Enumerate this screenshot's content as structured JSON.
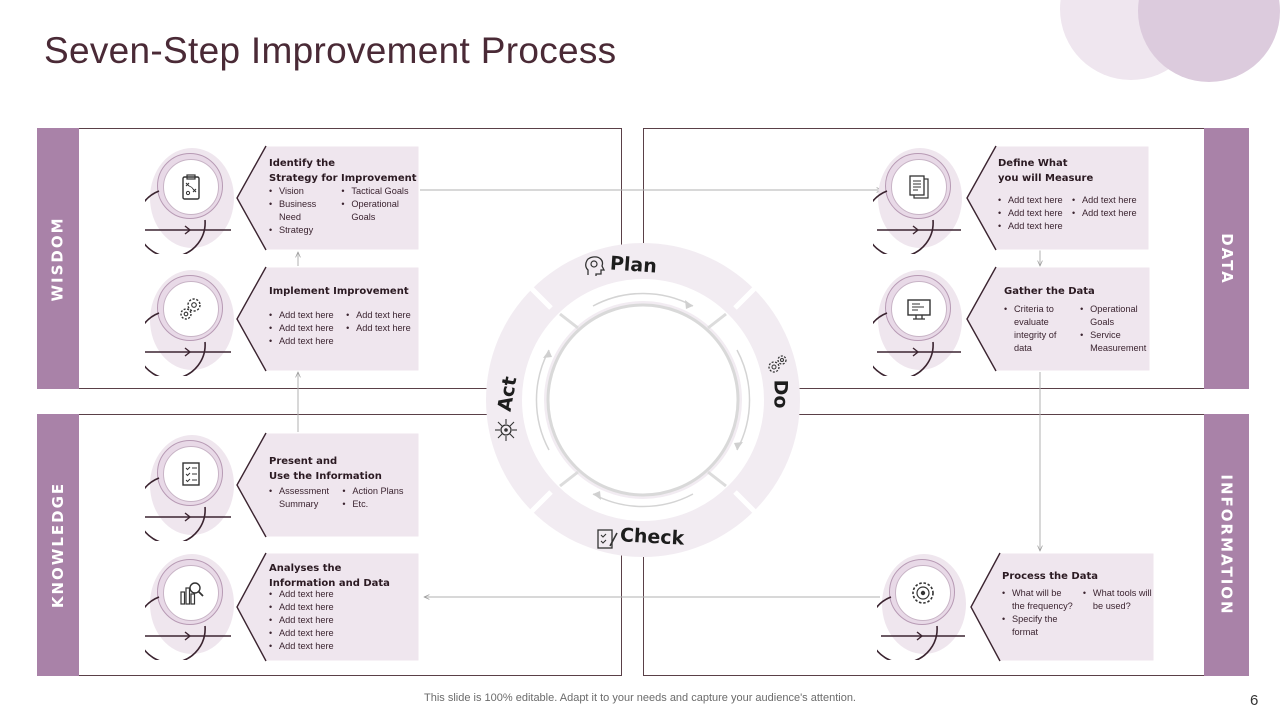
{
  "slide": {
    "title": "Seven-Step Improvement Process",
    "footer": "This slide is 100% editable. Adapt it to your needs and capture your audience's attention.",
    "page_number": "6"
  },
  "sections": {
    "wisdom": "WISDOM",
    "data": "DATA",
    "knowledge": "KNOWLEDGE",
    "information": "INFORMATION"
  },
  "wheel": {
    "plan": "Plan",
    "do": "Do",
    "check": "Check",
    "act": "Act"
  },
  "cards": {
    "identify": {
      "title_line1": "Identify the",
      "title_line2": "Strategy for Improvement",
      "col1": [
        "Vision",
        "Business Need",
        "Strategy"
      ],
      "col2": [
        "Tactical Goals",
        "Operational Goals"
      ]
    },
    "implement": {
      "title_line1": "Implement Improvement",
      "col1": [
        "Add text here",
        "Add text here",
        "Add text here"
      ],
      "col2": [
        "Add text here",
        "Add text here"
      ]
    },
    "present": {
      "title_line1": "Present and",
      "title_line2": "Use the Information",
      "col1": [
        "Assessment Summary"
      ],
      "col2": [
        "Action Plans",
        "Etc."
      ]
    },
    "analyses": {
      "title_line1": "Analyses the",
      "title_line2": "Information and Data",
      "col1": [
        "Add text here",
        "Add text here",
        "Add text here",
        "Add text here",
        "Add text here"
      ]
    },
    "define": {
      "title_line1": "Define What",
      "title_line2": "you will Measure",
      "col1": [
        "Add text here",
        "Add text here",
        "Add text here"
      ],
      "col2": [
        "Add text here",
        "Add text here"
      ]
    },
    "gather": {
      "title_line1": "Gather the Data",
      "col1": [
        "Criteria to evaluate integrity of data"
      ],
      "col2": [
        "Operational Goals",
        "Service Measurement"
      ]
    },
    "process": {
      "title_line1": "Process the Data",
      "col1": [
        "What will be the frequency?",
        "Specify the format"
      ],
      "col2": [
        "What tools will be used?"
      ]
    }
  },
  "icons": {
    "identify": "clipboard-strategy-icon",
    "implement": "gears-icon",
    "present": "checklist-icon",
    "analyses": "chart-magnifier-icon",
    "define": "documents-icon",
    "gather": "monitor-icon",
    "process": "cog-target-icon"
  },
  "colors": {
    "accent": "#a982a8",
    "light": "#efe6ee",
    "title": "#4a2a36"
  }
}
